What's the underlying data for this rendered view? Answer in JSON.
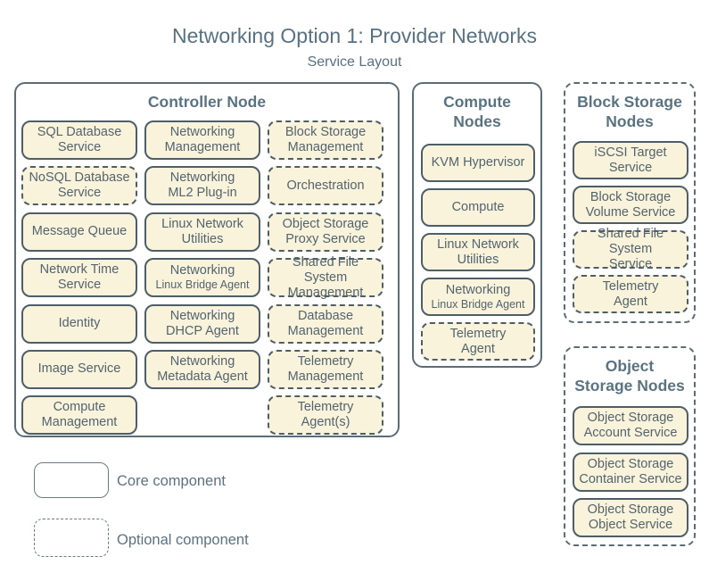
{
  "title": "Networking Option 1: Provider Networks",
  "subtitle": "Service Layout",
  "colors": {
    "service_fill": "#faf3dc",
    "service_border": "#4e5e68",
    "service_text": "#52646e",
    "container_border": "#5c6c76",
    "node_title_text": "#5a7380",
    "main_title_text": "#587181",
    "legend_border": "#6a7a84",
    "background": "#ffffff"
  },
  "legend": {
    "core_label": "Core component",
    "optional_label": "Optional component"
  },
  "nodes": [
    {
      "id": "controller",
      "title_lines": [
        "Controller Node"
      ],
      "border": "solid",
      "columns": [
        [
          {
            "lines": [
              "SQL Database",
              "Service"
            ],
            "style": "core"
          },
          {
            "lines": [
              "NoSQL Database",
              "Service"
            ],
            "style": "optional"
          },
          {
            "lines": [
              "Message Queue"
            ],
            "style": "core"
          },
          {
            "lines": [
              "Network Time",
              "Service"
            ],
            "style": "core"
          },
          {
            "lines": [
              "Identity"
            ],
            "style": "core"
          },
          {
            "lines": [
              "Image Service"
            ],
            "style": "core"
          },
          {
            "lines": [
              "Compute",
              "Management"
            ],
            "style": "core"
          }
        ],
        [
          {
            "lines": [
              "Networking",
              "Management"
            ],
            "style": "core"
          },
          {
            "lines": [
              "Networking",
              "ML2 Plug-in"
            ],
            "style": "core"
          },
          {
            "lines": [
              "Linux Network",
              "Utilities"
            ],
            "style": "core"
          },
          {
            "lines": [
              "Networking",
              "Linux Bridge Agent"
            ],
            "style": "core",
            "small_line2": true
          },
          {
            "lines": [
              "Networking",
              "DHCP Agent"
            ],
            "style": "core"
          },
          {
            "lines": [
              "Networking",
              "Metadata Agent"
            ],
            "style": "core"
          }
        ],
        [
          {
            "lines": [
              "Block Storage",
              "Management"
            ],
            "style": "optional"
          },
          {
            "lines": [
              "Orchestration"
            ],
            "style": "optional"
          },
          {
            "lines": [
              "Object Storage",
              "Proxy Service"
            ],
            "style": "optional"
          },
          {
            "lines": [
              "Shared File System",
              "Management"
            ],
            "style": "optional"
          },
          {
            "lines": [
              "Database",
              "Management"
            ],
            "style": "optional"
          },
          {
            "lines": [
              "Telemetry",
              "Management"
            ],
            "style": "optional"
          },
          {
            "lines": [
              "Telemetry",
              "Agent(s)"
            ],
            "style": "optional"
          }
        ]
      ]
    },
    {
      "id": "compute",
      "title_lines": [
        "Compute",
        "Nodes"
      ],
      "border": "solid",
      "columns": [
        [
          {
            "lines": [
              "KVM Hypervisor"
            ],
            "style": "core"
          },
          {
            "lines": [
              "Compute"
            ],
            "style": "core"
          },
          {
            "lines": [
              "Linux Network",
              "Utilities"
            ],
            "style": "core"
          },
          {
            "lines": [
              "Networking",
              "Linux Bridge Agent"
            ],
            "style": "core",
            "small_line2": true
          },
          {
            "lines": [
              "Telemetry",
              "Agent"
            ],
            "style": "optional"
          }
        ]
      ]
    },
    {
      "id": "block-storage",
      "title_lines": [
        "Block Storage",
        "Nodes"
      ],
      "border": "dashed",
      "columns": [
        [
          {
            "lines": [
              "iSCSI Target",
              "Service"
            ],
            "style": "core"
          },
          {
            "lines": [
              "Block Storage",
              "Volume Service"
            ],
            "style": "core"
          },
          {
            "lines": [
              "Shared File System",
              "Service"
            ],
            "style": "optional"
          },
          {
            "lines": [
              "Telemetry",
              "Agent"
            ],
            "style": "optional"
          }
        ]
      ]
    },
    {
      "id": "object-storage",
      "title_lines": [
        "Object",
        "Storage Nodes"
      ],
      "border": "dashed",
      "columns": [
        [
          {
            "lines": [
              "Object Storage",
              "Account Service"
            ],
            "style": "core"
          },
          {
            "lines": [
              "Object Storage",
              "Container Service"
            ],
            "style": "core"
          },
          {
            "lines": [
              "Object Storage",
              "Object Service"
            ],
            "style": "core"
          }
        ]
      ]
    }
  ]
}
